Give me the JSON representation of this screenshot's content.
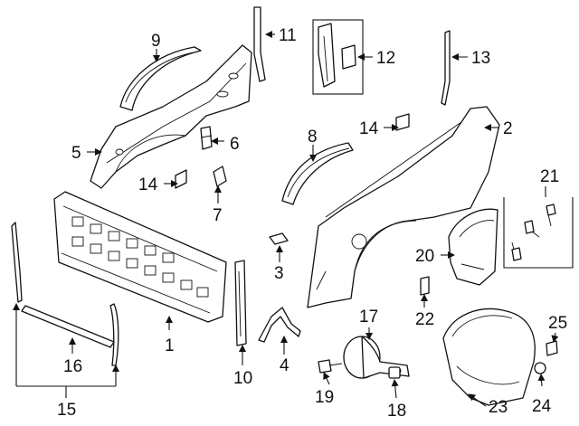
{
  "callouts": {
    "c1": "1",
    "c2": "2",
    "c3": "3",
    "c4": "4",
    "c5": "5",
    "c6": "6",
    "c7": "7",
    "c8": "8",
    "c9": "9",
    "c10": "10",
    "c11": "11",
    "c12": "12",
    "c13": "13",
    "c14a": "14",
    "c14b": "14",
    "c15": "15",
    "c16": "16",
    "c17": "17",
    "c18": "18",
    "c19": "19",
    "c20": "20",
    "c21": "21",
    "c22": "22",
    "c23": "23",
    "c24": "24",
    "c25": "25"
  },
  "colors": {
    "line": "#111111",
    "background": "#ffffff"
  }
}
